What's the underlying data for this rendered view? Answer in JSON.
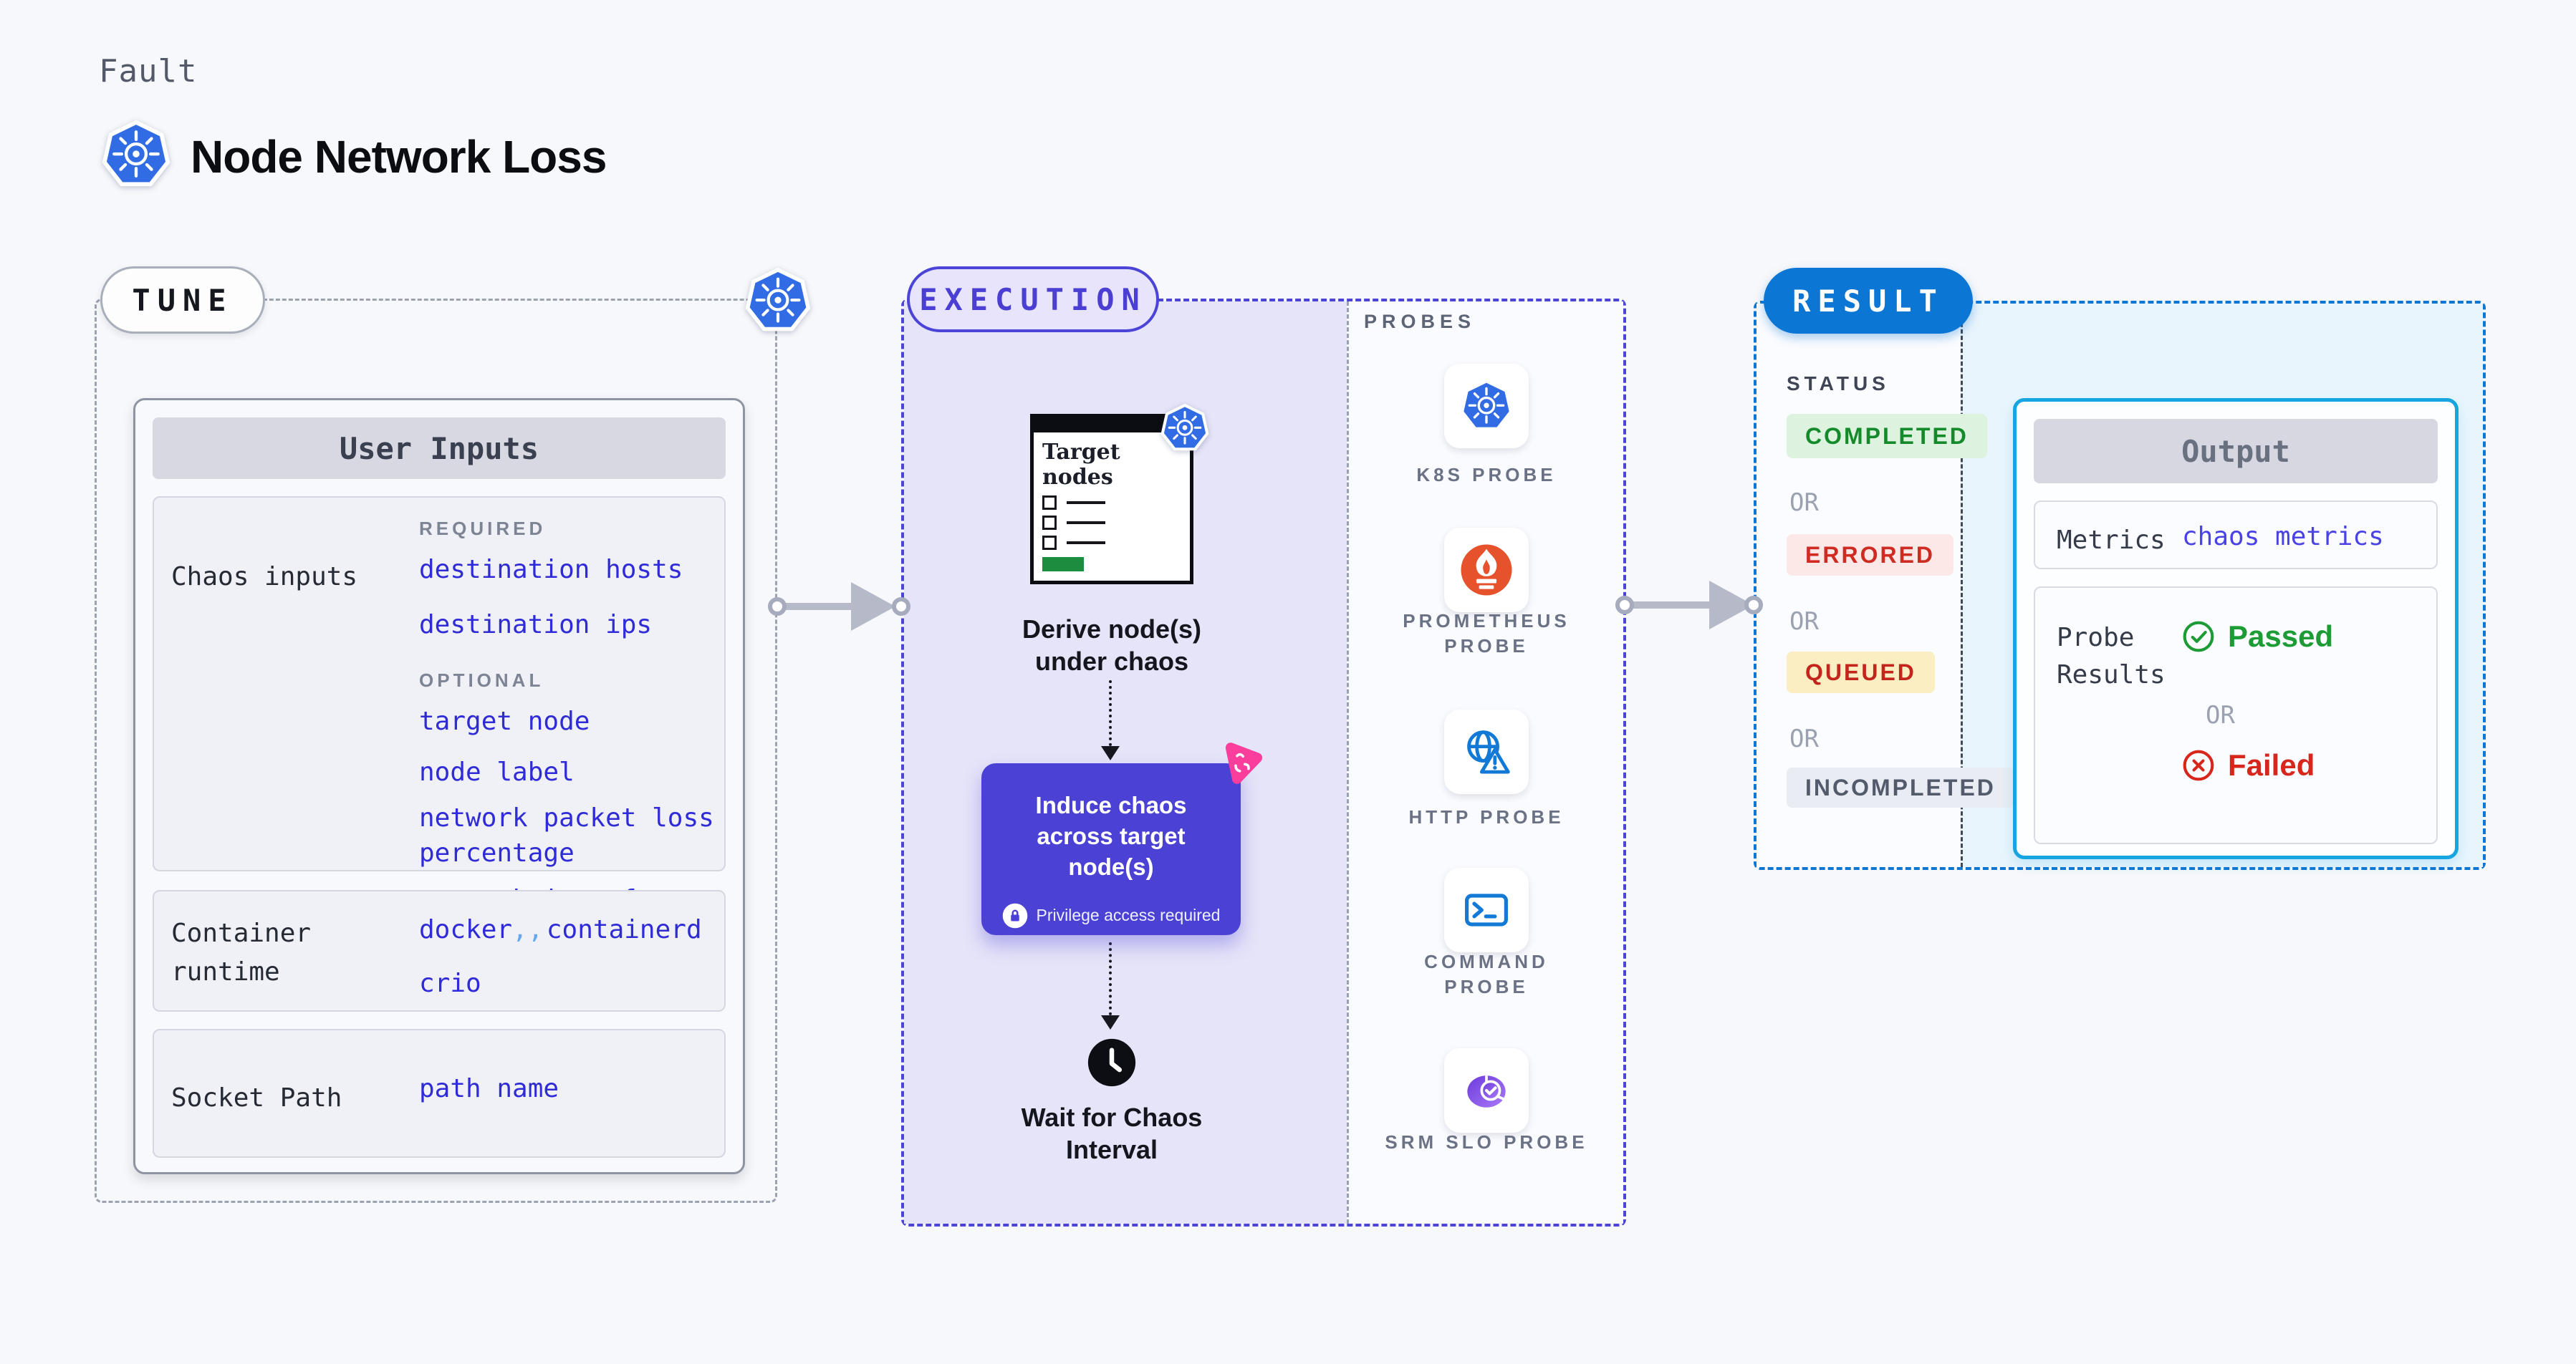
{
  "header": {
    "kicker": "Fault",
    "title": "Node Network Loss"
  },
  "tune": {
    "label": "TUNE",
    "user_inputs_title": "User Inputs",
    "chaos_row": {
      "label": "Chaos inputs",
      "required_heading": "REQUIRED",
      "required_items": [
        "destination hosts",
        "destination ips"
      ],
      "optional_heading": "OPTIONAL",
      "optional_items": [
        "target node",
        "node label",
        "network packet loss percentage",
        "network interface"
      ]
    },
    "runtime_row": {
      "label": "Container runtime",
      "value_1": "docker",
      "comma": ",",
      "value_2": "containerd",
      "value_3": "crio"
    },
    "socket_row": {
      "label": "Socket Path",
      "value": "path name"
    }
  },
  "execution": {
    "label": "EXECUTION",
    "target_window_title": "Target nodes",
    "derive_label": "Derive node(s) under chaos",
    "induce_label": "Induce chaos across target node(s)",
    "privilege_label": "Privilege access required",
    "wait_label": "Wait for Chaos Interval"
  },
  "probes": {
    "heading": "PROBES",
    "items": [
      {
        "label": "K8S PROBE",
        "icon": "kubernetes-icon"
      },
      {
        "label": "PROMETHEUS PROBE",
        "icon": "prometheus-icon"
      },
      {
        "label": "HTTP PROBE",
        "icon": "http-globe-warning-icon"
      },
      {
        "label": "COMMAND PROBE",
        "icon": "terminal-icon"
      },
      {
        "label": "SRM SLO PROBE",
        "icon": "slo-donut-check-icon"
      }
    ]
  },
  "result": {
    "label": "RESULT",
    "status_heading": "STATUS",
    "or_label": "OR",
    "badges": [
      {
        "label": "COMPLETED",
        "type": "completed"
      },
      {
        "label": "ERRORED",
        "type": "errored"
      },
      {
        "label": "QUEUED",
        "type": "queued"
      },
      {
        "label": "INCOMPLETED",
        "type": "incompleted"
      }
    ],
    "output": {
      "title": "Output",
      "metrics_label": "Metrics",
      "metrics_value": "chaos metrics",
      "probe_results_label": "Probe Results",
      "passed_label": "Passed",
      "or_label": "OR",
      "failed_label": "Failed"
    }
  },
  "colors": {
    "kubernetes_blue": "#326ce5",
    "execution_indigo": "#4b44d7",
    "lavender_fill": "#e6e4f9",
    "result_blue": "#0b76d3",
    "output_cyan": "#17a5e2",
    "passed_green": "#1d9b35",
    "failed_red": "#d7261b",
    "prometheus_orange": "#e6522c",
    "litmus_pink": "#fb3e9b",
    "link_indigo": "#2f2bd6"
  }
}
